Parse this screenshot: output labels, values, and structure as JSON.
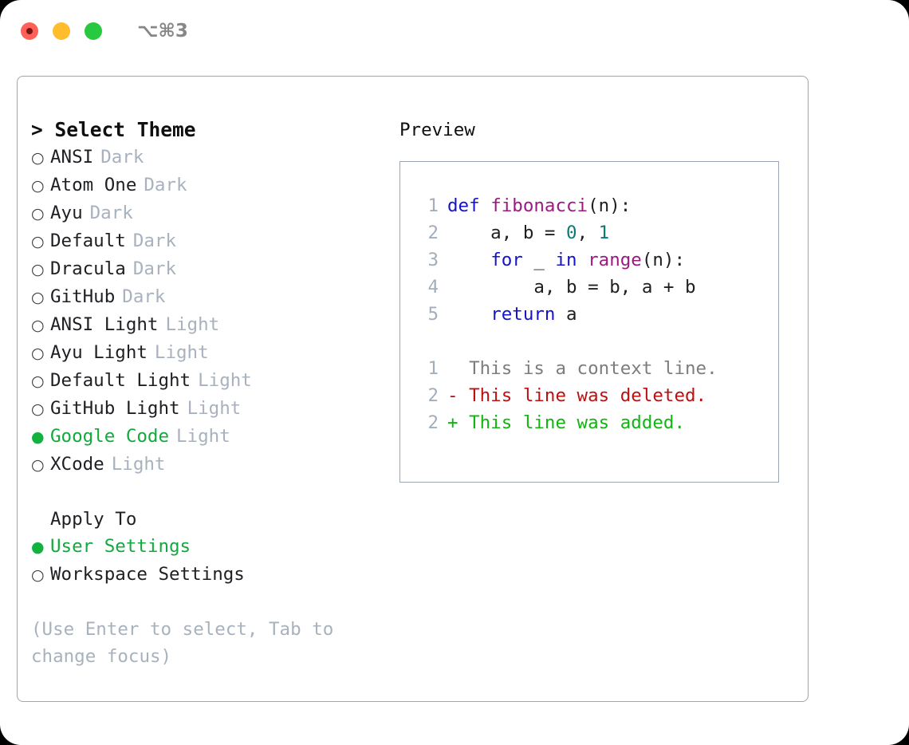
{
  "titlebar": {
    "lights": [
      {
        "name": "close",
        "color": "#ff6159"
      },
      {
        "name": "minimize",
        "color": "#ffbd2e"
      },
      {
        "name": "maximize",
        "color": "#28c840"
      }
    ],
    "shortcut": "⌥⌘3"
  },
  "theme_list": {
    "header": "> Select Theme",
    "items": [
      {
        "marker": "○",
        "label": "ANSI",
        "tag": "Dark",
        "selected": false
      },
      {
        "marker": "○",
        "label": "Atom One",
        "tag": "Dark",
        "selected": false
      },
      {
        "marker": "○",
        "label": "Ayu",
        "tag": "Dark",
        "selected": false
      },
      {
        "marker": "○",
        "label": "Default",
        "tag": "Dark",
        "selected": false
      },
      {
        "marker": "○",
        "label": "Dracula",
        "tag": "Dark",
        "selected": false
      },
      {
        "marker": "○",
        "label": "GitHub",
        "tag": "Dark",
        "selected": false
      },
      {
        "marker": "○",
        "label": "ANSI Light",
        "tag": "Light",
        "selected": false
      },
      {
        "marker": "○",
        "label": "Ayu Light",
        "tag": "Light",
        "selected": false
      },
      {
        "marker": "○",
        "label": "Default Light",
        "tag": "Light",
        "selected": false
      },
      {
        "marker": "○",
        "label": "GitHub Light",
        "tag": "Light",
        "selected": false
      },
      {
        "marker": "●",
        "label": "Google Code",
        "tag": "Light",
        "selected": true
      },
      {
        "marker": "○",
        "label": "XCode",
        "tag": "Light",
        "selected": false
      }
    ]
  },
  "apply_to": {
    "header": "Apply To",
    "items": [
      {
        "marker": "●",
        "label": "User Settings",
        "selected": true
      },
      {
        "marker": "○",
        "label": "Workspace Settings",
        "selected": false
      }
    ]
  },
  "hint": "(Use Enter to select, Tab to change focus)",
  "preview": {
    "title": "Preview",
    "code_lines": [
      {
        "number": "1",
        "tokens": [
          {
            "text": "def ",
            "type": "kw"
          },
          {
            "text": "fibonacci",
            "type": "fn"
          },
          {
            "text": "(n):",
            "type": "plain"
          }
        ]
      },
      {
        "number": "2",
        "tokens": [
          {
            "text": "    a, b = ",
            "type": "plain"
          },
          {
            "text": "0",
            "type": "num"
          },
          {
            "text": ", ",
            "type": "plain"
          },
          {
            "text": "1",
            "type": "num"
          }
        ]
      },
      {
        "number": "3",
        "tokens": [
          {
            "text": "    ",
            "type": "plain"
          },
          {
            "text": "for",
            "type": "kw"
          },
          {
            "text": " _ ",
            "type": "plain"
          },
          {
            "text": "in",
            "type": "kw"
          },
          {
            "text": " ",
            "type": "plain"
          },
          {
            "text": "range",
            "type": "fn"
          },
          {
            "text": "(n):",
            "type": "plain"
          }
        ]
      },
      {
        "number": "4",
        "tokens": [
          {
            "text": "        a, b = b, a + b",
            "type": "plain"
          }
        ]
      },
      {
        "number": "5",
        "tokens": [
          {
            "text": "    ",
            "type": "plain"
          },
          {
            "text": "return",
            "type": "kw"
          },
          {
            "text": " a",
            "type": "plain"
          }
        ]
      }
    ],
    "diff_lines": [
      {
        "number": "1",
        "marker": "  ",
        "text": "  This is a context line.",
        "kind": "context"
      },
      {
        "number": "2",
        "marker": "- ",
        "text": "- This line was deleted.",
        "kind": "deleted"
      },
      {
        "number": "2",
        "marker": "+ ",
        "text": "+ This line was added.",
        "kind": "added"
      }
    ]
  },
  "colors": {
    "selected_green": "#11aa3c",
    "tag_gray": "#a8b2be",
    "panel_border": "#9aa6b4",
    "keyword_blue": "#1414c8",
    "function_magenta": "#9c1a80",
    "number_teal": "#0a7a72",
    "diff_deleted_red": "#bb1111",
    "diff_added_green": "#11b411",
    "diff_context_gray": "#7d7d7d",
    "lineno_gray": "#a3aebc"
  }
}
